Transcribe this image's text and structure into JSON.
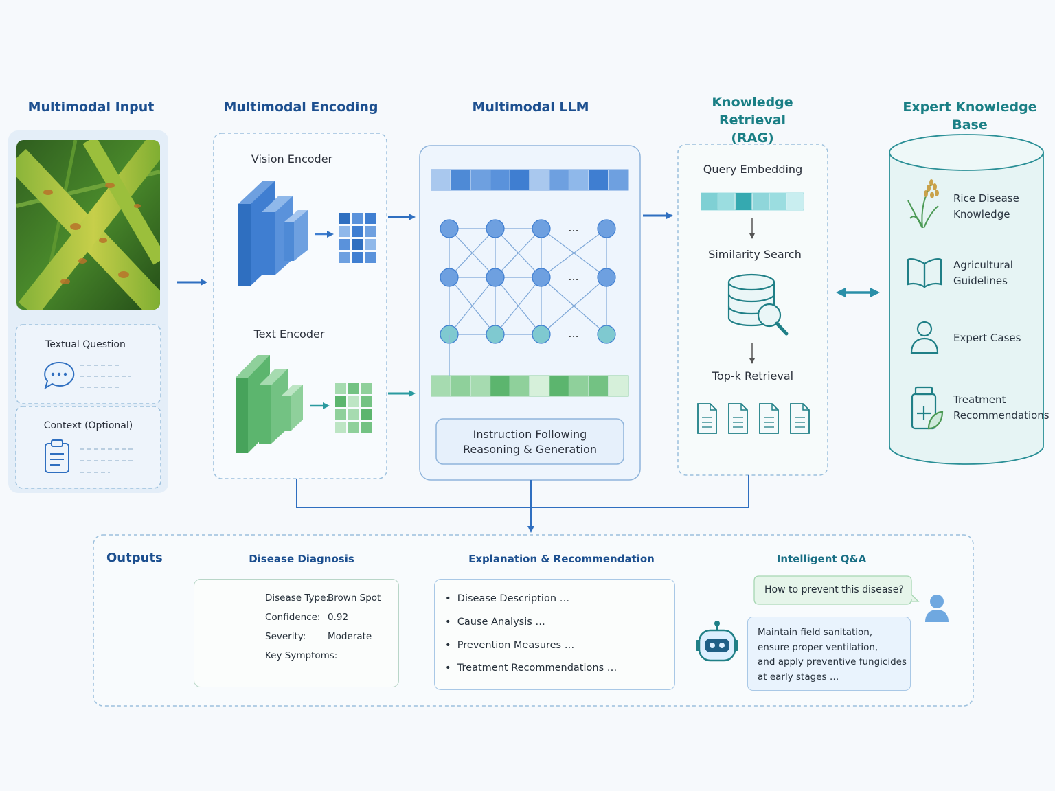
{
  "headers": {
    "input": "Multimodal Input",
    "encoding": "Multimodal Encoding",
    "llm": "Multimodal LLM",
    "retrieval_line1": "Knowledge Retrieval",
    "retrieval_line2": "(RAG)",
    "kb": "Expert Knowledge Base"
  },
  "input": {
    "textual_question": "Textual Question",
    "context": "Context (Optional)"
  },
  "encoding": {
    "vision": "Vision Encoder",
    "text": "Text Encoder"
  },
  "llm": {
    "ellipsis": "...",
    "instruction_line1": "Instruction Following",
    "instruction_line2": "Reasoning & Generation"
  },
  "retrieval": {
    "query": "Query Embedding",
    "similarity": "Similarity Search",
    "topk": "Top-k Retrieval"
  },
  "kb": {
    "items": [
      {
        "line1": "Rice Disease",
        "line2": "Knowledge",
        "icon": "rice-plant-icon"
      },
      {
        "line1": "Agricultural",
        "line2": "Guidelines",
        "icon": "book-icon"
      },
      {
        "line1": "Expert Cases",
        "line2": "",
        "icon": "person-icon"
      },
      {
        "line1": "Treatment",
        "line2": "Recommendations",
        "icon": "medicine-bottle-icon"
      }
    ]
  },
  "outputs": {
    "title": "Outputs",
    "diagnosis": {
      "title": "Disease Diagnosis",
      "type_label": "Disease Type:",
      "type_value": "Brown Spot",
      "conf_label": "Confidence:",
      "conf_value": "0.92",
      "sev_label": "Severity:",
      "sev_value": "Moderate",
      "sym_label": "Key Symptoms:"
    },
    "explanation": {
      "title": "Explanation & Recommendation",
      "bullets": [
        "Disease Description …",
        "Cause Analysis …",
        "Prevention Measures …",
        "Treatment Recommendations …"
      ]
    },
    "qa": {
      "title": "Intelligent Q&A",
      "question": "How to prevent this disease?",
      "answer": [
        "Maintain field sanitation,",
        "ensure proper ventilation,",
        "and apply preventive fungicides",
        "at early stages …"
      ]
    }
  },
  "colors": {
    "blue_accent": "#2f6fc0",
    "teal_accent": "#2a9a9f",
    "green_accent": "#4caf68"
  }
}
